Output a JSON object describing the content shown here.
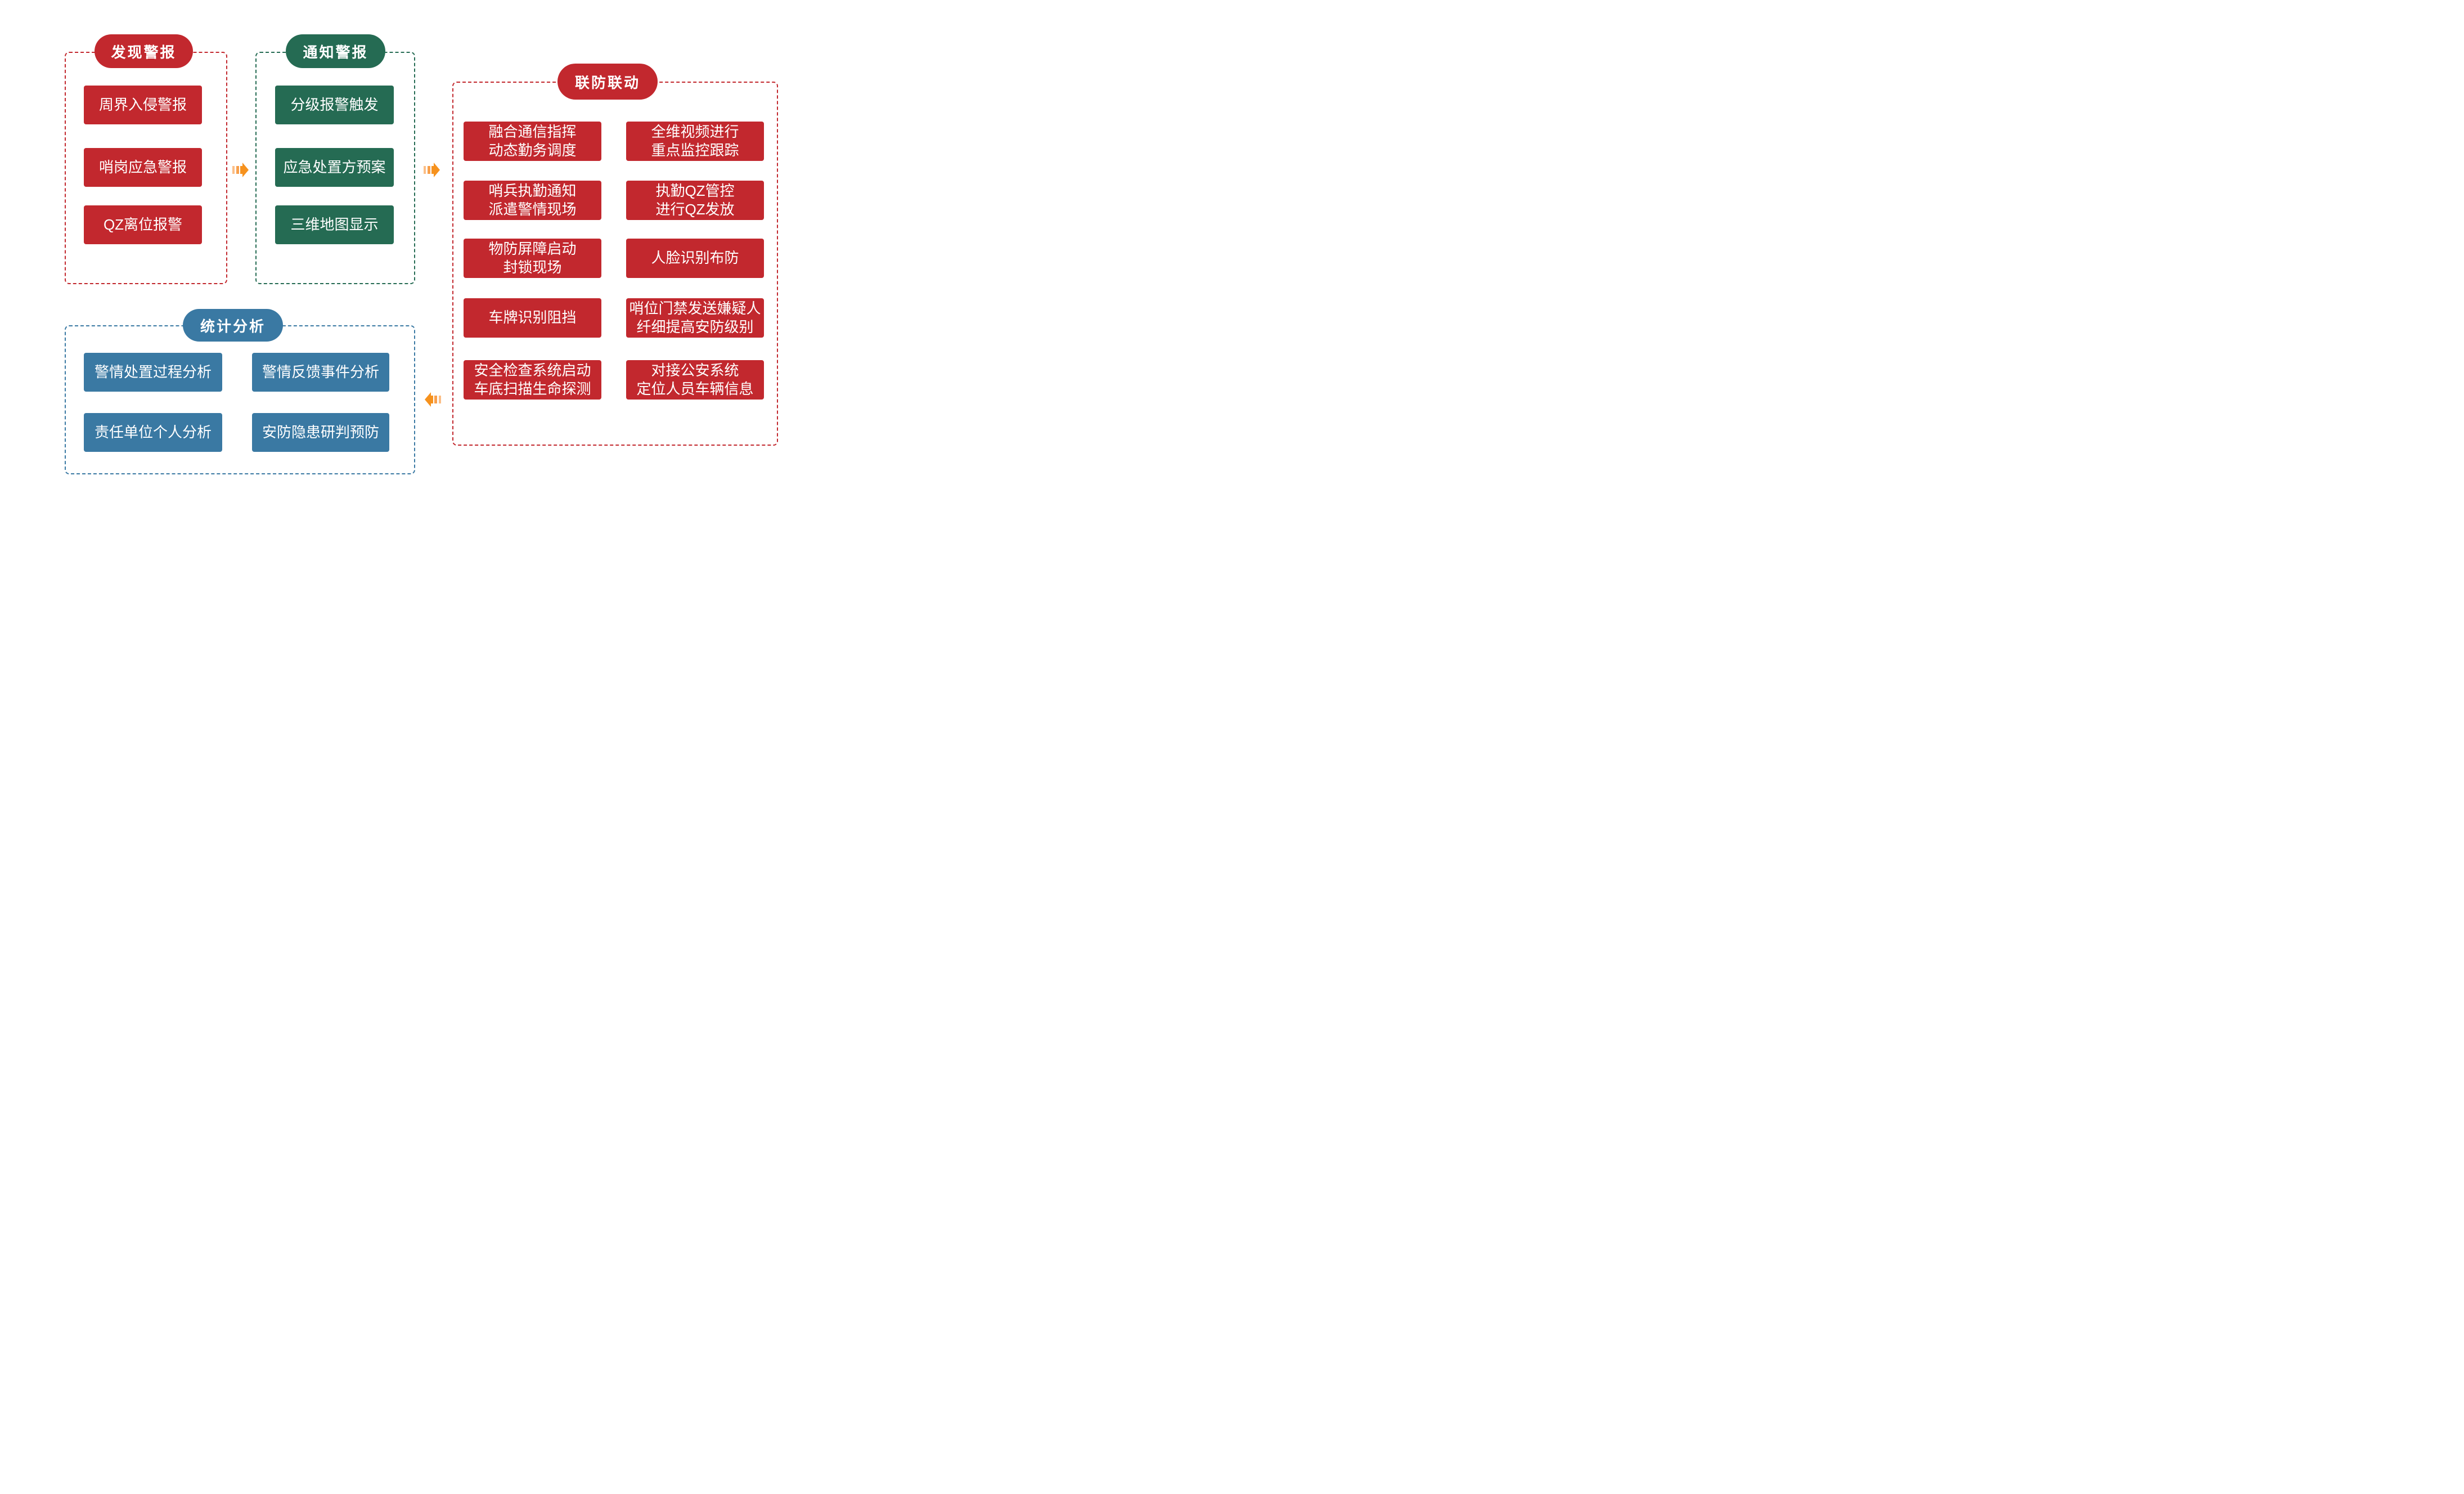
{
  "palette": {
    "red": "#C2282E",
    "green": "#256B53",
    "blue": "#3A79A3",
    "orange": "#F6921E",
    "orange_mid": "#F8A04C",
    "orange_light": "#FBBE86"
  },
  "discover": {
    "title": "发现警报",
    "items": [
      "周界入侵警报",
      "哨岗应急警报",
      "QZ离位报警"
    ]
  },
  "notify": {
    "title": "通知警报",
    "items": [
      "分级报警触发",
      "应急处置方预案",
      "三维地图显示"
    ]
  },
  "linkage": {
    "title": "联防联动",
    "left_items": [
      "融合通信指挥\n动态勤务调度",
      "哨兵执勤通知\n派遣警情现场",
      "物防屏障启动\n封锁现场",
      "车牌识别阻挡",
      "安全检查系统启动\n车底扫描生命探测"
    ],
    "right_items": [
      "全维视频进行\n重点监控跟踪",
      "执勤QZ管控\n进行QZ发放",
      "人脸识别布防",
      "哨位门禁发送嫌疑人\n纤细提高安防级别",
      "对接公安系统\n定位人员车辆信息"
    ]
  },
  "stats": {
    "title": "统计分析",
    "items": [
      "警情处置过程分析",
      "警情反馈事件分析",
      "责任单位个人分析",
      "安防隐患研判预防"
    ]
  }
}
